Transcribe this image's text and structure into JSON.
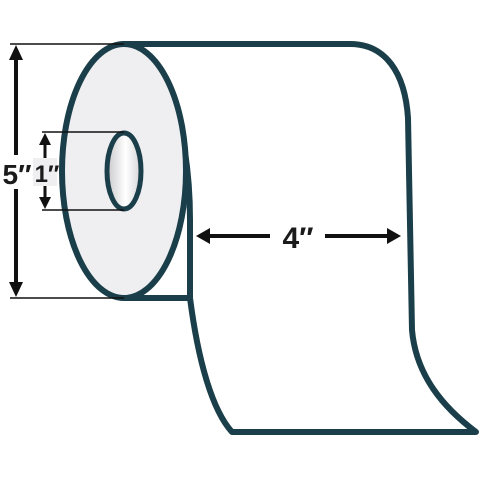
{
  "diagram": {
    "outer_diameter_label": "5″",
    "core_diameter_label": "1″",
    "width_label": "4″"
  },
  "colors": {
    "outline": "#1b3f4a",
    "roll_face": "#efeff1",
    "paper": "#ffffff",
    "dimension_line": "#111111"
  }
}
